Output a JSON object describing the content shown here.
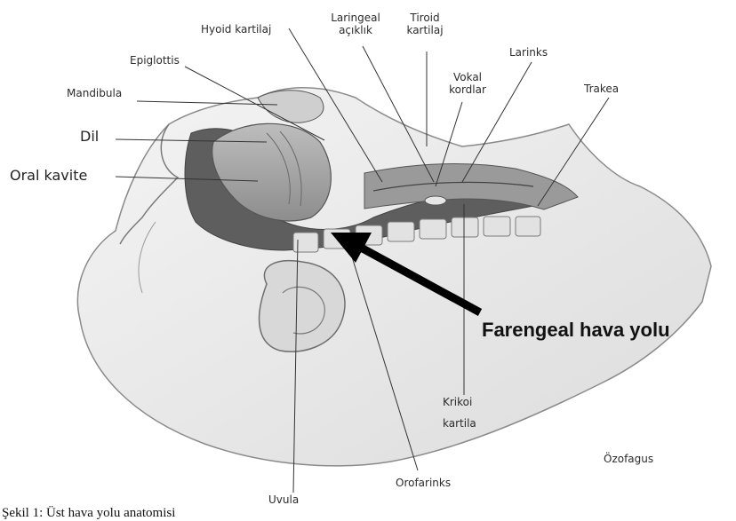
{
  "labels": {
    "hyoid": "Hyoid kartilaj",
    "laringeal_line1": "Laringeal",
    "laringeal_line2": "açıklık",
    "tiroid_line1": "Tiroid",
    "tiroid_line2": "kartilaj",
    "vokal_line1": "Vokal",
    "vokal_line2": "kordlar",
    "larinks": "Larinks",
    "trakea": "Trakea",
    "epiglottis": "Epiglottis",
    "mandibula": "Mandibula",
    "dil": "Dil",
    "oral_kavite": "Oral kavite",
    "farengeal": "Farengeal hava yolu",
    "krikoid_line1": "Krikoi",
    "krikoid_line2": "kartila",
    "ozofagus": "Özofagus",
    "orofarinks": "Orofarinks",
    "uvula": "Uvula"
  },
  "caption": "Şekil 1: Üst hava yolu anatomisi"
}
